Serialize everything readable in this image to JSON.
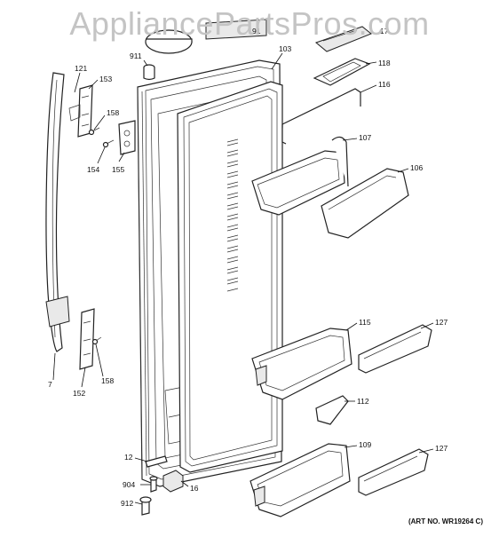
{
  "watermark": "AppliancePartsPros.com",
  "art_number": "(ART NO. WR19264 C)",
  "callouts": {
    "c911a": "911",
    "c91": "91",
    "c103": "103",
    "c121": "121",
    "c153": "153",
    "c158a": "158",
    "c154": "154",
    "c155": "155",
    "c118": "118",
    "c116": "116",
    "c107": "107",
    "c106": "106",
    "c115": "115",
    "c127a": "127",
    "c112": "112",
    "c109": "109",
    "c127b": "127",
    "c7": "7",
    "c152": "152",
    "c158b": "158",
    "c12": "12",
    "c904": "904",
    "c16": "16",
    "c912": "912",
    "c17": "17"
  }
}
